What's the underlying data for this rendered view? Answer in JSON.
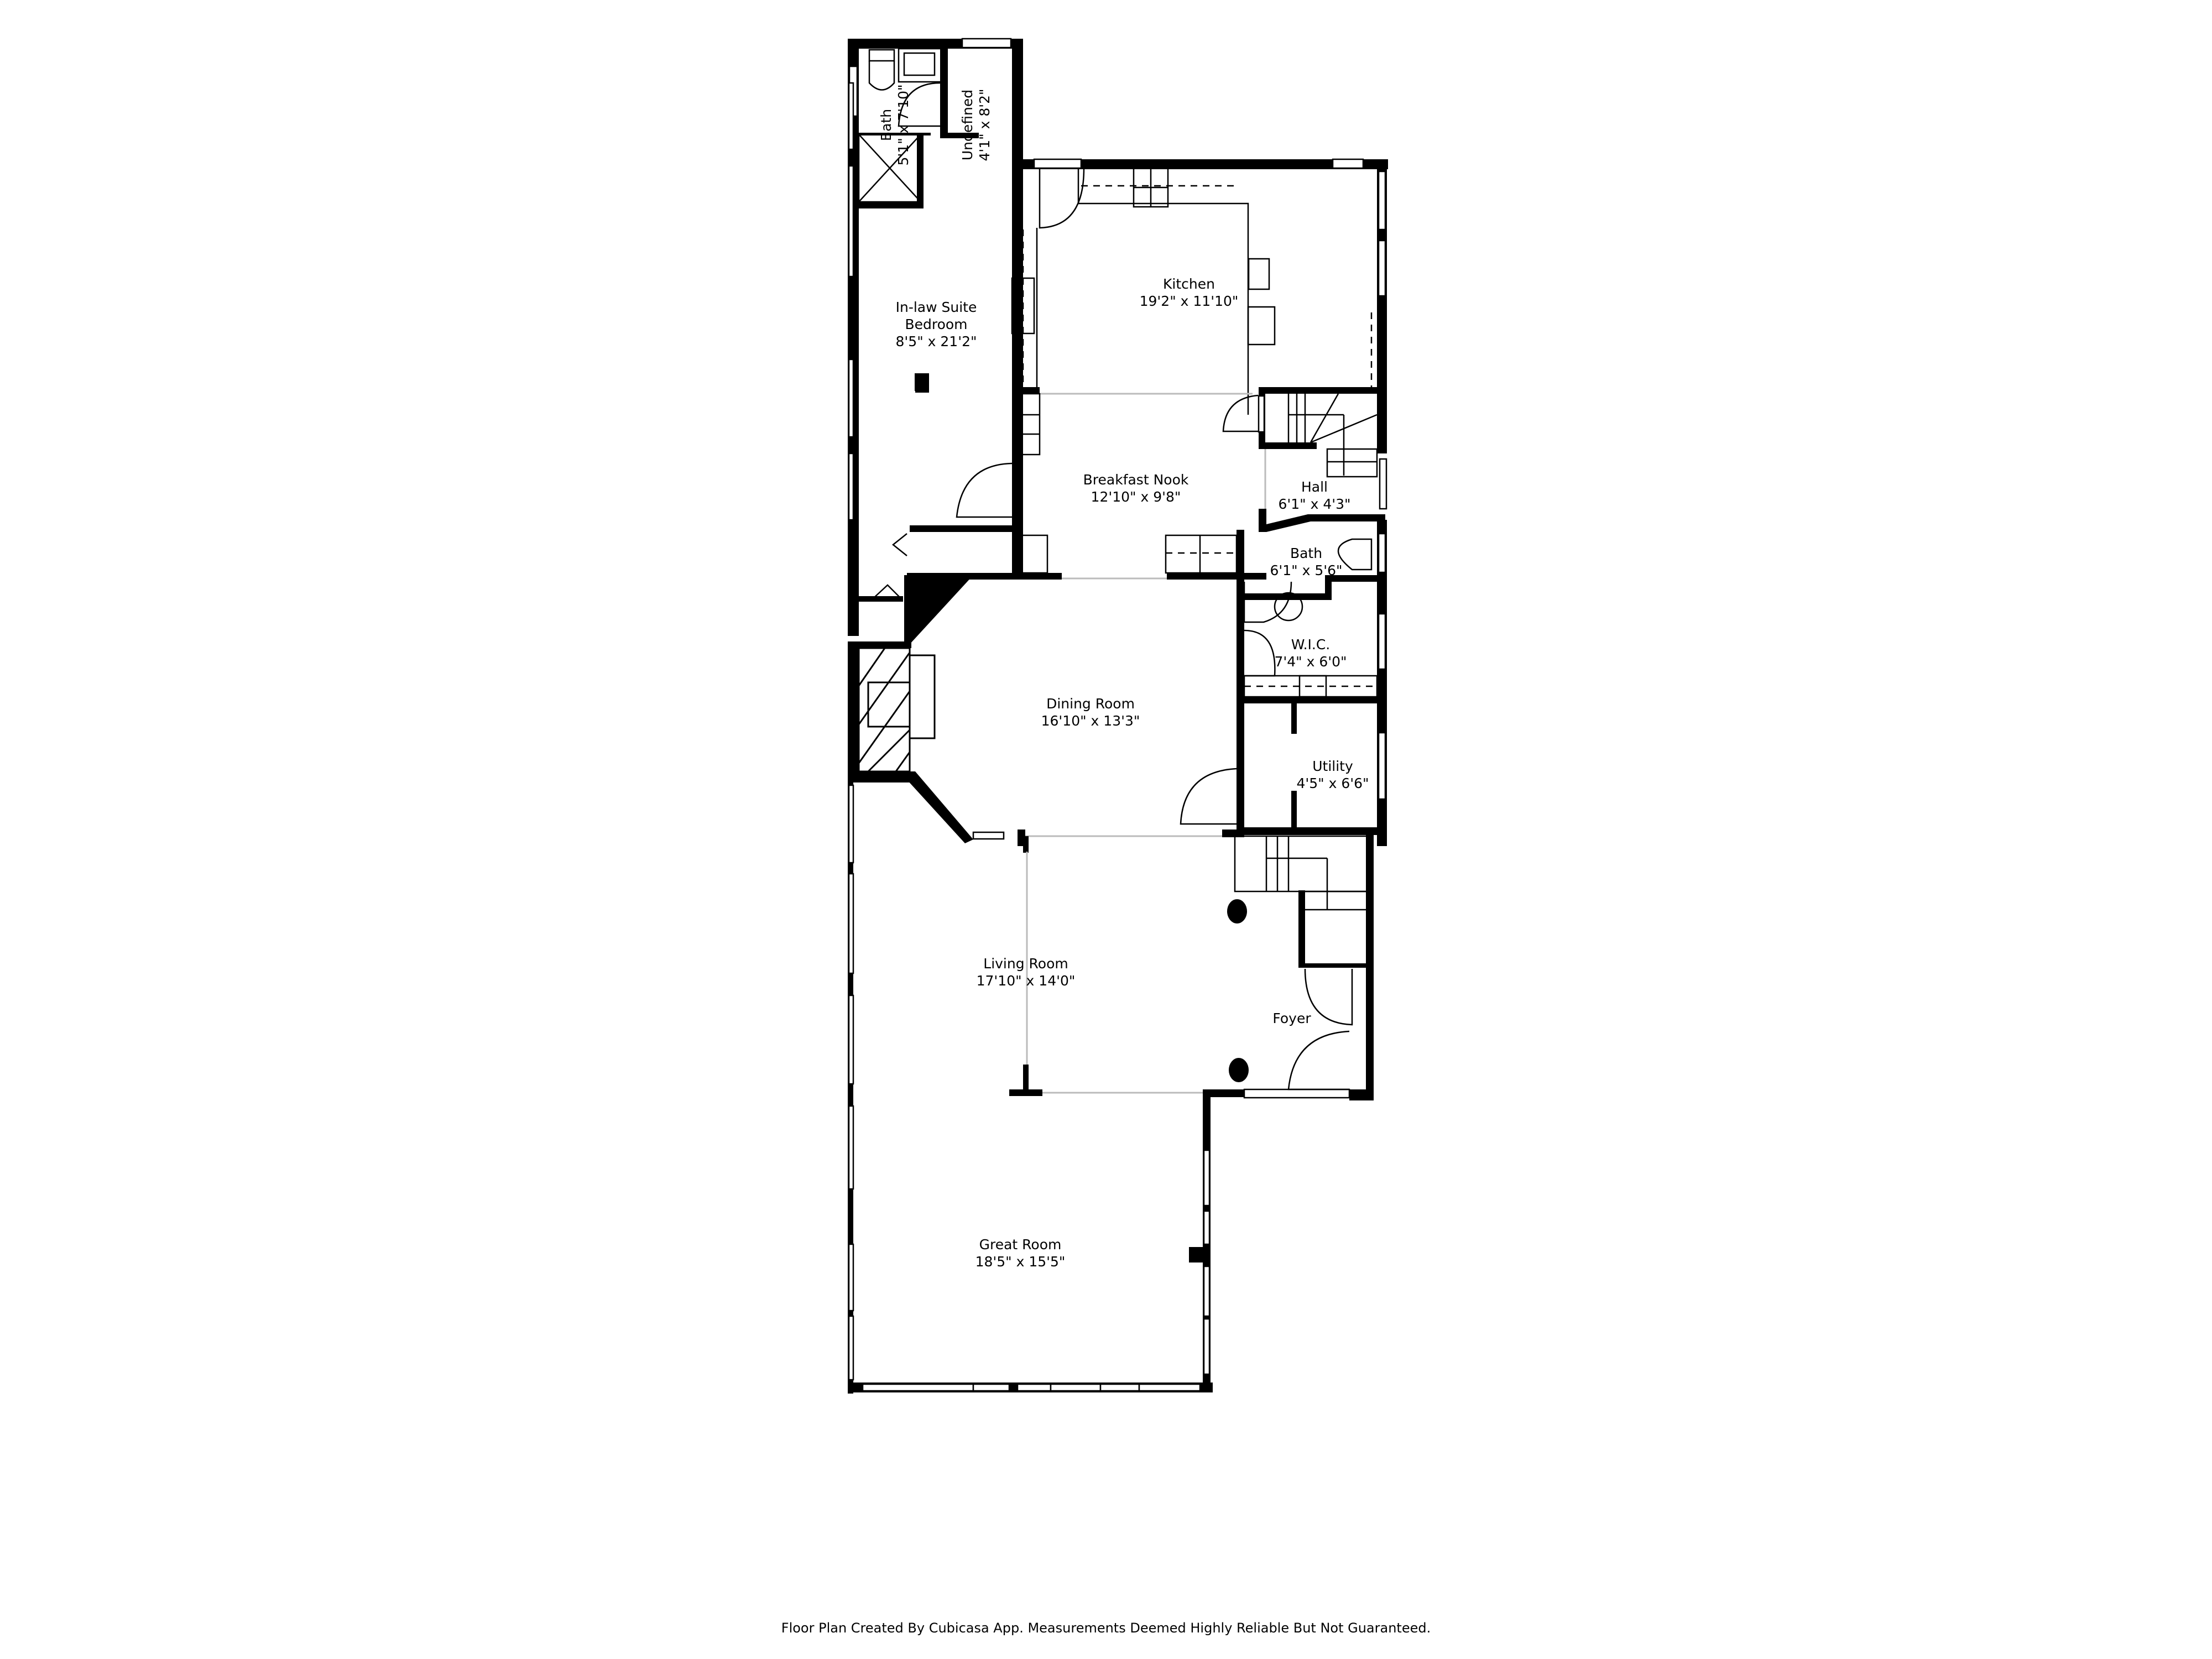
{
  "floor_plan": {
    "rooms": [
      {
        "id": "bath-upper",
        "name": "Bath",
        "dimensions": "5'1\" x 7'10\""
      },
      {
        "id": "undefined",
        "name": "Undefined",
        "dimensions": "4'1\" x 8'2\""
      },
      {
        "id": "in-law-suite",
        "name": "In-law Suite",
        "name2": "Bedroom",
        "dimensions": "8'5\" x 21'2\""
      },
      {
        "id": "kitchen",
        "name": "Kitchen",
        "dimensions": "19'2\" x 11'10\""
      },
      {
        "id": "breakfast-nook",
        "name": "Breakfast Nook",
        "dimensions": "12'10\" x 9'8\""
      },
      {
        "id": "hall",
        "name": "Hall",
        "dimensions": "6'1\" x 4'3\""
      },
      {
        "id": "bath",
        "name": "Bath",
        "dimensions": "6'1\" x 5'6\""
      },
      {
        "id": "wic",
        "name": "W.I.C.",
        "dimensions": "7'4\" x 6'0\""
      },
      {
        "id": "dining-room",
        "name": "Dining Room",
        "dimensions": "16'10\" x 13'3\""
      },
      {
        "id": "utility",
        "name": "Utility",
        "dimensions": "4'5\" x 6'6\""
      },
      {
        "id": "living-room",
        "name": "Living Room",
        "dimensions": "17'10\" x 14'0\""
      },
      {
        "id": "foyer",
        "name": "Foyer",
        "dimensions": ""
      },
      {
        "id": "great-room",
        "name": "Great Room",
        "dimensions": "18'5\" x 15'5\""
      }
    ],
    "footer": "Floor Plan Created By Cubicasa App. Measurements Deemed Highly Reliable But Not Guaranteed.",
    "colors": {
      "wall": "#000000",
      "background": "#ffffff",
      "opening": "#bbbbbb"
    }
  }
}
